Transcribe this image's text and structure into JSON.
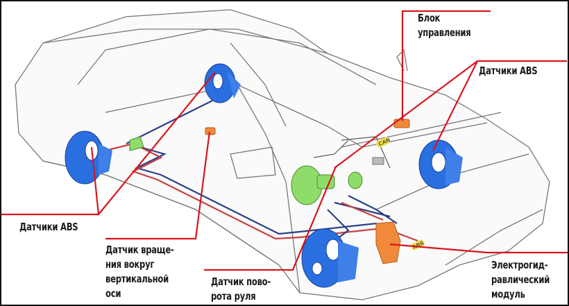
{
  "labels": {
    "control_unit": [
      "Блок",
      "управления"
    ],
    "abs_sensors_right": "Датчики ABS",
    "abs_sensors_left": "Датчики ABS",
    "yaw_sensor": [
      "Датчик враще-",
      "ния вокруг",
      "вертикальной",
      "оси"
    ],
    "steering_sensor": [
      "Датчик пово-",
      "рота руля"
    ],
    "hydraulic_module": [
      "Электрогид-",
      "равлический",
      "модуль"
    ]
  },
  "tags": {
    "can": "CAN",
    "abs": "ABS"
  },
  "colors": {
    "leader": "#d8141c",
    "wheel": "#2a6fe0",
    "module": "#f08a3a",
    "booster": "#8fdc6a",
    "pipe_blue": "#2b3f8a",
    "pipe_red": "#c84040",
    "outline": "#6a6a6a"
  }
}
